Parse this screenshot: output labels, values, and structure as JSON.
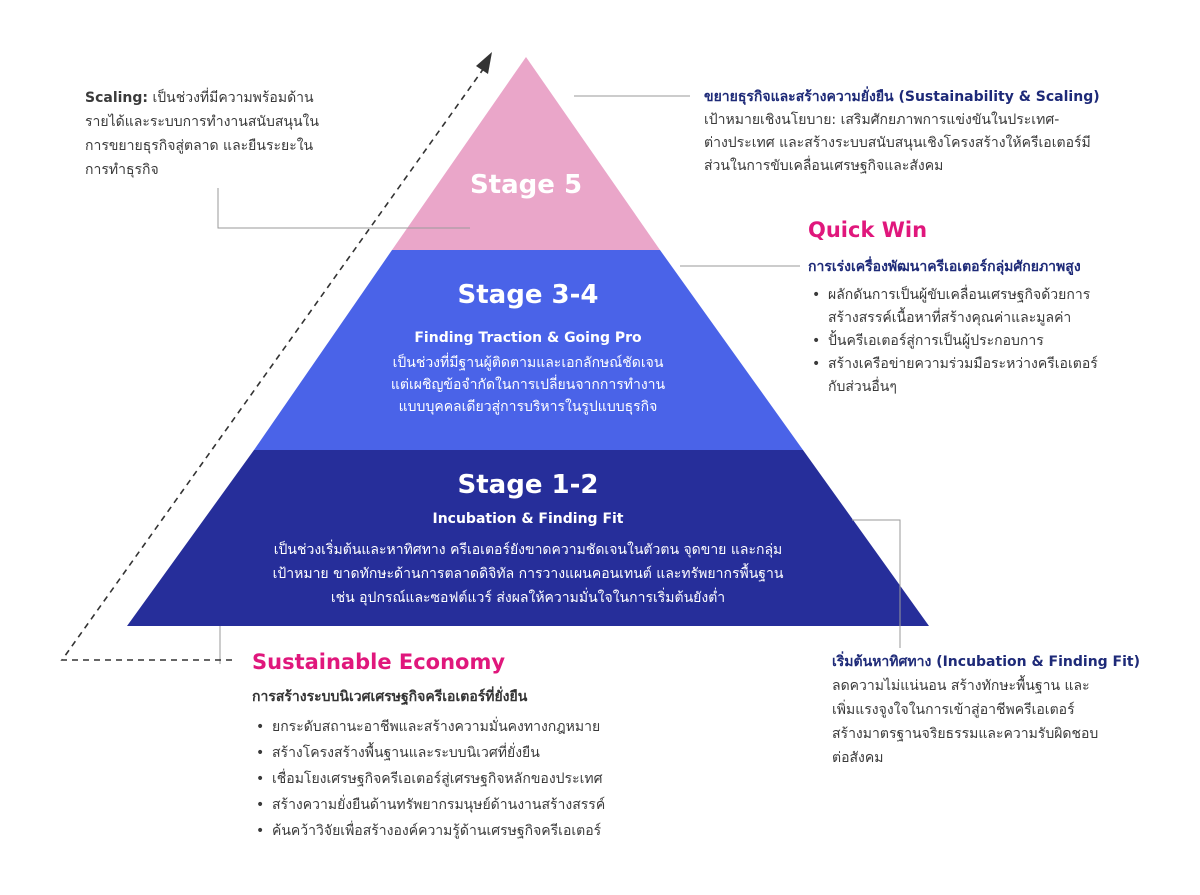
{
  "colors": {
    "stage5": "#eaa6c9",
    "stage34": "#4a63e8",
    "stage12": "#262e9a",
    "accent_pink": "#e0177c",
    "navy": "#1e2a78"
  },
  "pyramid": {
    "stage5": {
      "title": "Stage 5"
    },
    "stage34": {
      "title": "Stage 3-4",
      "subtitle": "Finding Traction & Going Pro",
      "desc": [
        "เป็นช่วงที่มีฐานผู้ติดตามและเอกลักษณ์ชัดเจน",
        "แต่เผชิญข้อจำกัดในการเปลี่ยนจากการทำงาน",
        "แบบบุคคลเดียวสู่การบริหารในรูปแบบธุรกิจ"
      ]
    },
    "stage12": {
      "title": "Stage 1-2",
      "subtitle": "Incubation & Finding Fit",
      "desc": [
        "เป็นช่วงเริ่มต้นและหาทิศทาง ครีเอเตอร์ยังขาดความชัดเจนในตัวตน จุดขาย และกลุ่ม",
        "เป้าหมาย ขาดทักษะด้านการตลาดดิจิทัล การวางแผนคอนเทนต์ และทรัพยากรพื้นฐาน",
        "เช่น อุปกรณ์และซอฟต์แวร์ ส่งผลให้ความมั่นใจในการเริ่มต้นยังต่ำ"
      ]
    }
  },
  "scaling_note": {
    "lead": "Scaling:",
    "line1_rest": " เป็นช่วงที่มีความพร้อมด้าน",
    "lines": [
      "รายได้และระบบการทำงานสนับสนุนใน",
      "การขยายธุรกิจสู่ตลาด และยืนระยะใน",
      "การทำธุรกิจ"
    ]
  },
  "sustain_note": {
    "title": "ขยายธุรกิจและสร้างความยั่งยืน (Sustainability & Scaling)",
    "lines": [
      "เป้าหมายเชิงนโยบาย: เสริมศักยภาพการแข่งขันในประเทศ-",
      "ต่างประเทศ และสร้างระบบสนับสนุนเชิงโครงสร้างให้ครีเอเตอร์มี",
      "ส่วนในการขับเคลื่อนเศรษฐกิจและสังคม"
    ]
  },
  "quick_win": {
    "title": "Quick Win",
    "subtitle": "การเร่งเครื่องพัฒนาครีเอเตอร์กลุ่มศักยภาพสูง",
    "bullets": [
      [
        "ผลักดันการเป็นผู้ขับเคลื่อนเศรษฐกิจด้วยการ",
        "สร้างสรรค์เนื้อหาที่สร้างคุณค่าและมูลค่า"
      ],
      [
        "ปั้นครีเอเตอร์สู่การเป็นผู้ประกอบการ"
      ],
      [
        "สร้างเครือข่ายความร่วมมือระหว่างครีเอเตอร์",
        "กับส่วนอื่นๆ"
      ]
    ]
  },
  "incubation_note": {
    "title": "เริ่มต้นหาทิศทาง (Incubation & Finding Fit)",
    "lines": [
      "ลดความไม่แน่นอน สร้างทักษะพื้นฐาน และ",
      "เพิ่มแรงจูงใจในการเข้าสู่อาชีพครีเอเตอร์",
      "สร้างมาตรฐานจริยธรรมและความรับผิดชอบ",
      "ต่อสังคม"
    ]
  },
  "sustainable_economy": {
    "title": "Sustainable Economy",
    "subtitle": "การสร้างระบบนิเวศเศรษฐกิจครีเอเตอร์ที่ยั่งยืน",
    "bullets": [
      "ยกระดับสถานะอาชีพและสร้างความมั่นคงทางกฎหมาย",
      "สร้างโครงสร้างพื้นฐานและระบบนิเวศที่ยั่งยืน",
      "เชื่อมโยงเศรษฐกิจครีเอเตอร์สู่เศรษฐกิจหลักของประเทศ",
      "สร้างความยั่งยืนด้านทรัพยากรมนุษย์ด้านงานสร้างสรรค์",
      "ค้นคว้าวิจัยเพื่อสร้างองค์ความรู้ด้านเศรษฐกิจครีเอเตอร์"
    ],
    "bullet_glyph": "•"
  }
}
